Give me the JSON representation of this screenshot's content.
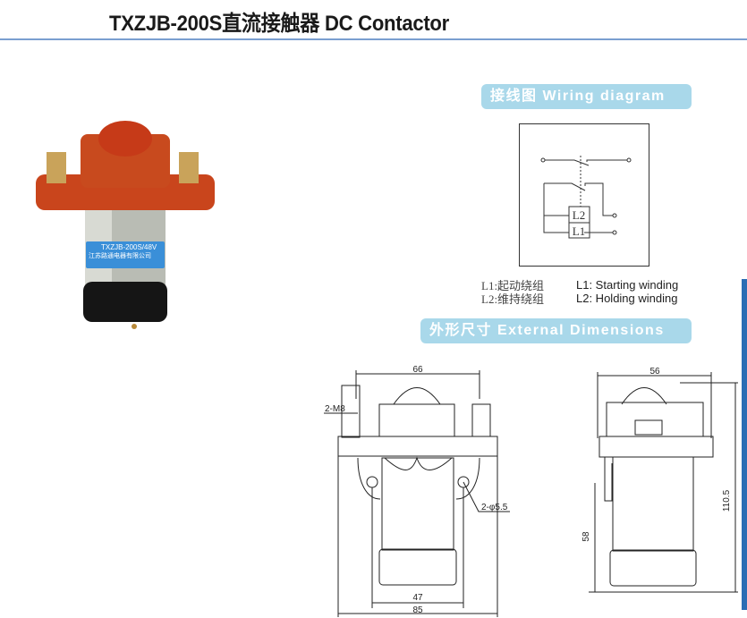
{
  "header": {
    "title": "TXZJB-200S直流接触器 DC Contactor"
  },
  "product_photo": {
    "label_model": "TXZJB-200S/48V",
    "label_maker": "江苏路通电器有限公司"
  },
  "wiring": {
    "banner": "接线图 Wiring diagram",
    "coil_labels": [
      "L2",
      "L1"
    ],
    "legend_cn": [
      "L1:起动绕组",
      "L2:维持绕组"
    ],
    "legend_en": [
      "L1: Starting winding",
      "L2: Holding winding"
    ]
  },
  "dimensions": {
    "banner": "外形尺寸 External Dimensions",
    "front": {
      "top_width": "66",
      "thread": "2-M8",
      "hole": "2-φ5.5",
      "mount_spacing": "47",
      "base_width": "85"
    },
    "side": {
      "top_width": "56",
      "height": "110.5",
      "mount_height": "58"
    }
  },
  "colors": {
    "banner": "#a9d8ea",
    "rule": "#7a9fd0",
    "accent": "#2b6db4"
  }
}
